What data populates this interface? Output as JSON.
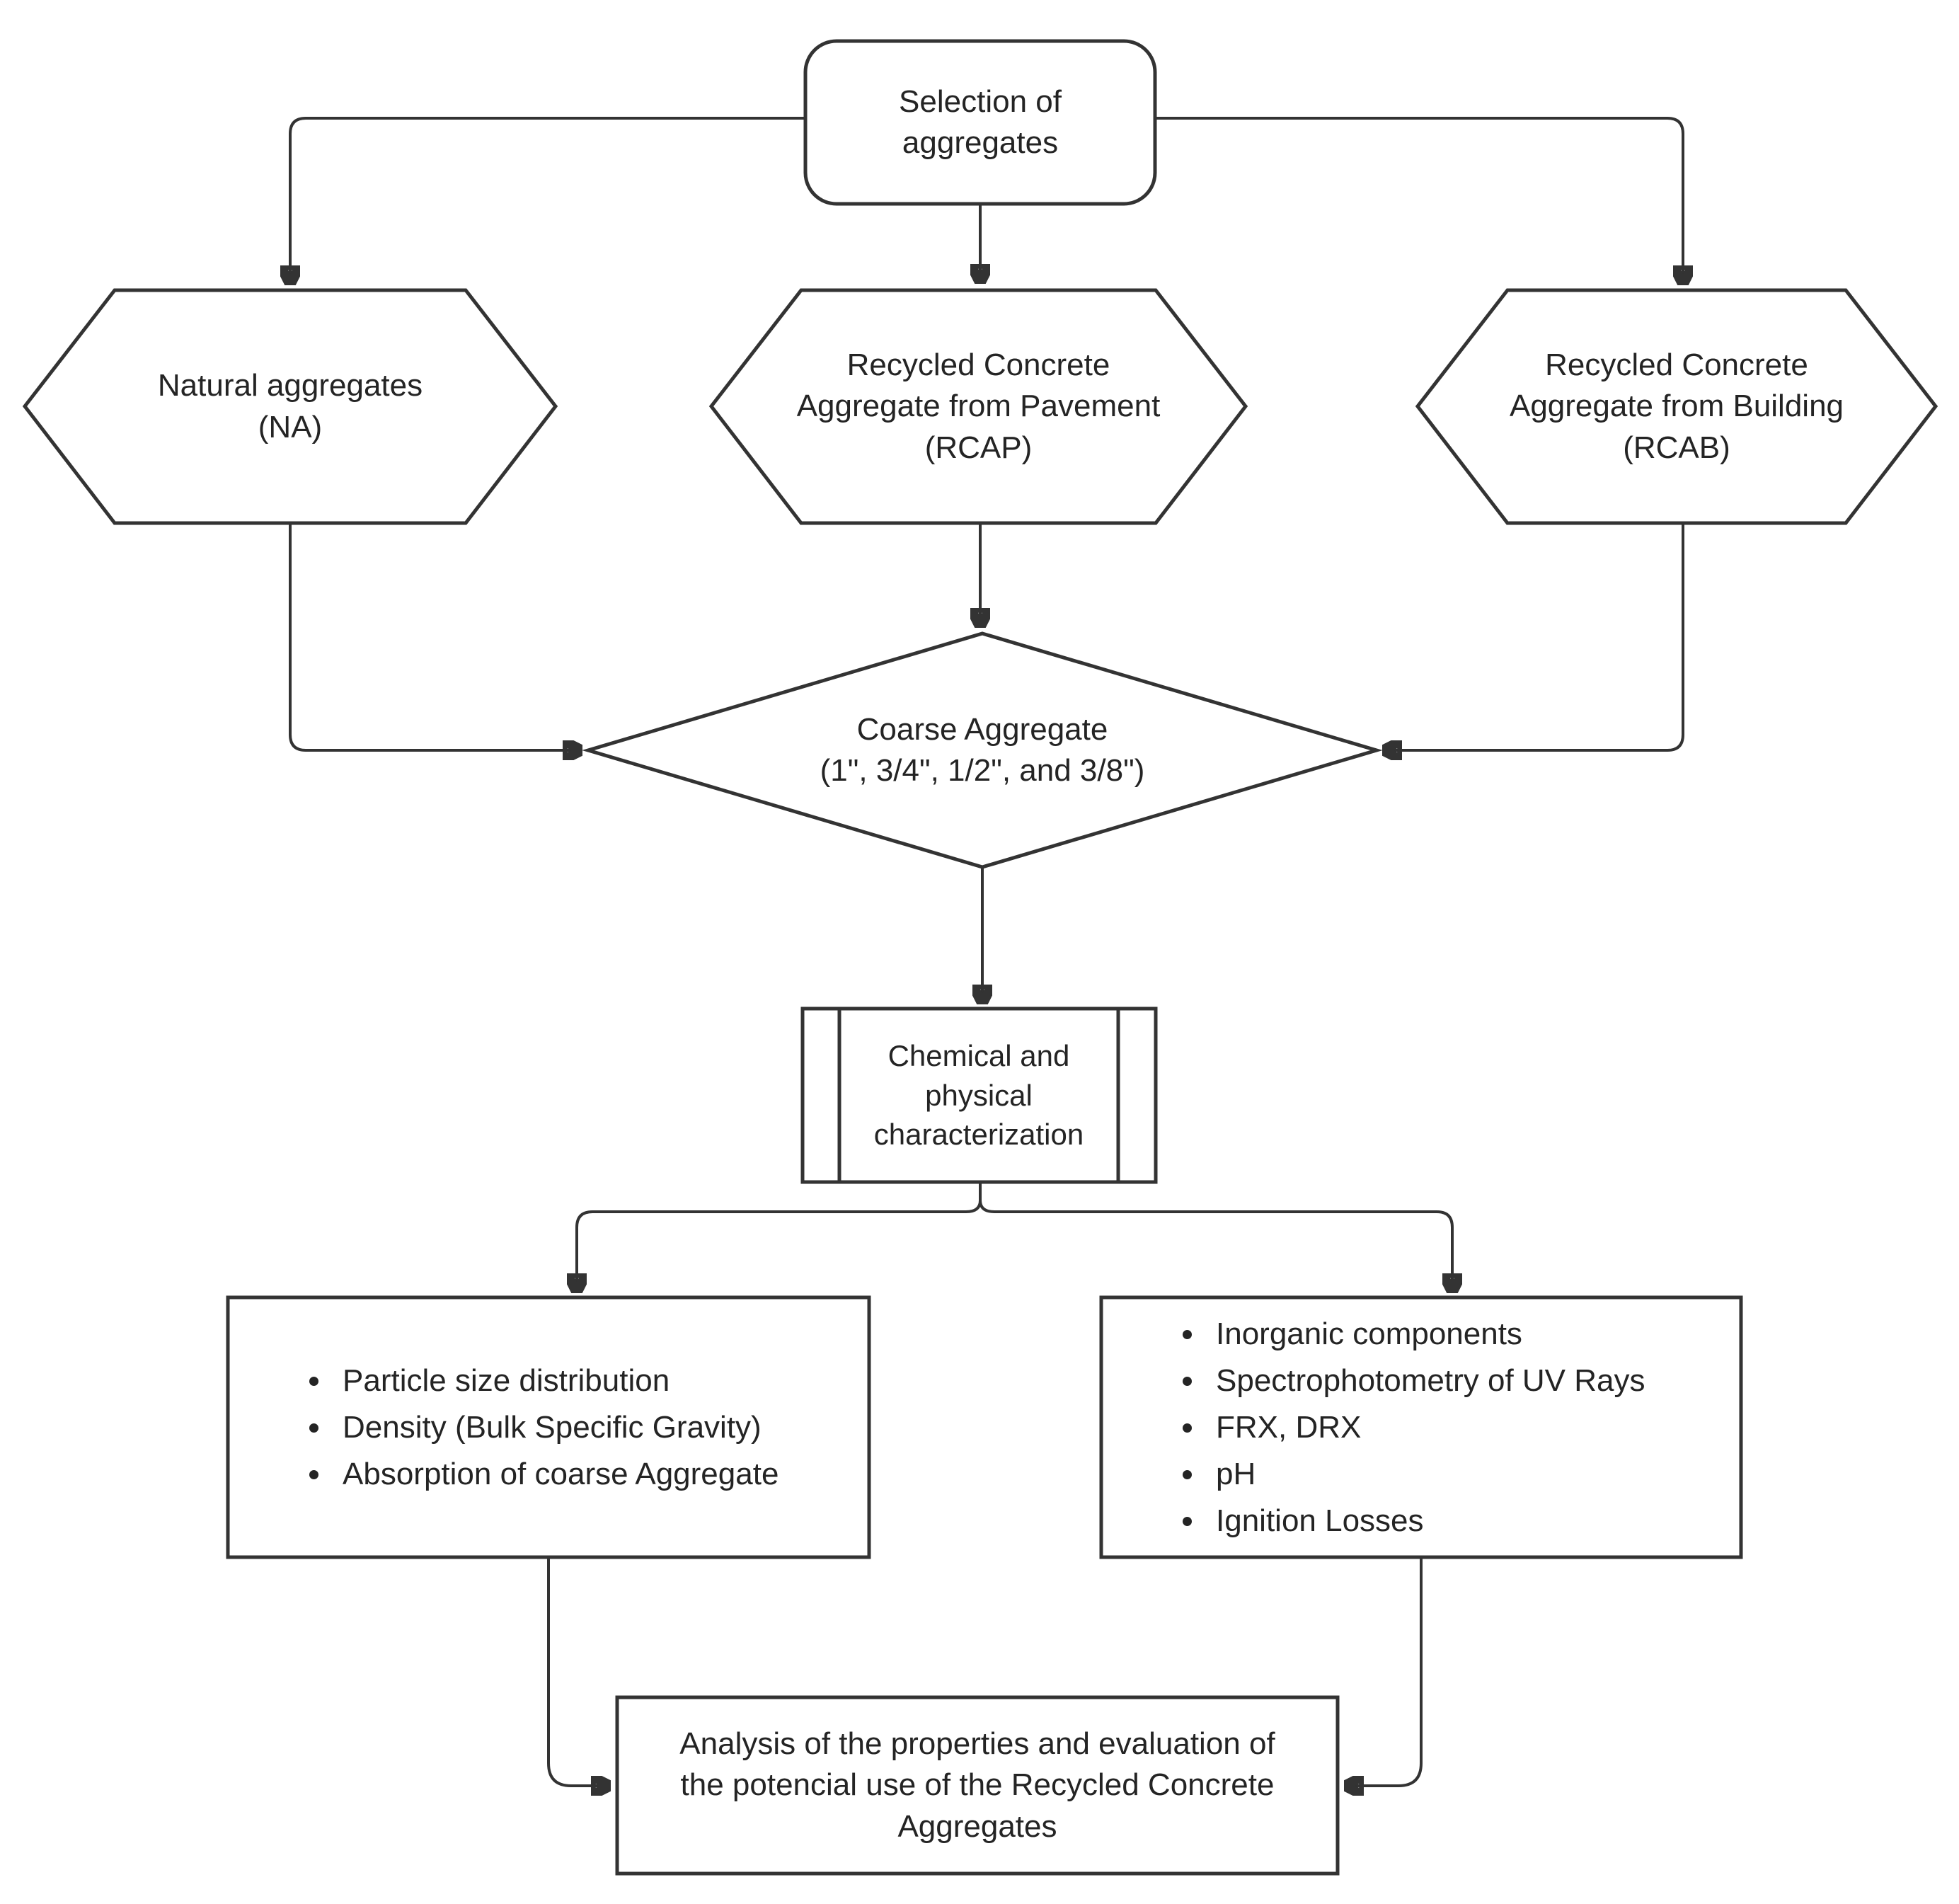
{
  "page": {
    "background_color": "#ffffff",
    "line_color": "#333333",
    "text_color": "#242424"
  },
  "nodes": {
    "selection": {
      "label": "Selection of\naggregates"
    },
    "na": {
      "label": "Natural aggregates\n(NA)"
    },
    "rcap": {
      "label": "Recycled Concrete\nAggregate from Pavement\n(RCAP)"
    },
    "rcab": {
      "label": "Recycled Concrete\nAggregate from Building\n(RCAB)"
    },
    "coarse": {
      "label": "Coarse Aggregate\n(1\", 3/4\", 1/2\", and 3/8\")"
    },
    "characterization": {
      "label": "Chemical and\nphysical\ncharacterization"
    },
    "physical_tests": {
      "items": [
        "Particle size distribution",
        "Density (Bulk Specific Gravity)",
        "Absorption of coarse Aggregate"
      ]
    },
    "chemical_tests": {
      "items": [
        "Inorganic components",
        "Spectrophotometry of UV Rays",
        "FRX, DRX",
        "pH",
        "Ignition Losses"
      ]
    },
    "analysis": {
      "label": "Analysis of the properties and evaluation of\nthe potencial use of the Recycled Concrete\nAggregates"
    }
  }
}
